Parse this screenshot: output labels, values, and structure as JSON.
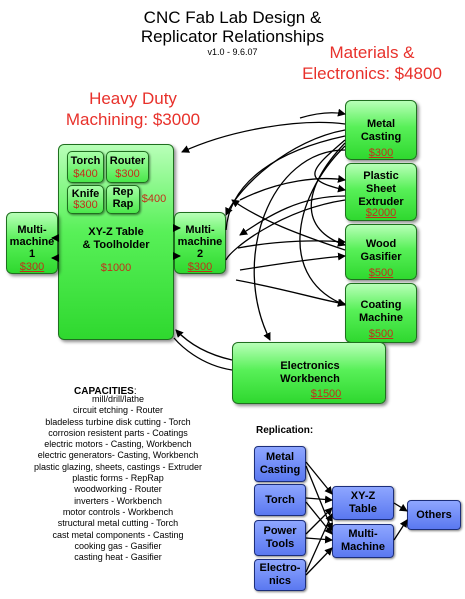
{
  "title_line1": "CNC Fab Lab Design &",
  "title_line2": "Replicator Relationships",
  "version": "v1.0 - 9.6.07",
  "heavy_duty": {
    "line1": "Heavy Duty",
    "line2": "Machining: $3000"
  },
  "materials": {
    "line1": "Materials &",
    "line2": "Electronics:  $4800"
  },
  "colors": {
    "red_heading": "#e8312b",
    "price": "#c2301a",
    "green_box": "#3fe03f",
    "blue_box": "#6a84f4"
  },
  "main_table": {
    "line1": "XY-Z Table",
    "line2": "& Toolholder",
    "price": "$1000"
  },
  "tools": {
    "torch": {
      "label": "Torch",
      "price": "$400"
    },
    "router": {
      "label": "Router",
      "price": "$300"
    },
    "knife": {
      "label": "Knife",
      "price": "$300"
    },
    "reprap": {
      "line1": "Rep",
      "line2": "Rap",
      "price": "$400"
    }
  },
  "multi1": {
    "line1": "Multi-",
    "line2": "machine",
    "line3": "1",
    "price": "$300"
  },
  "multi2": {
    "line1": "Multi-",
    "line2": "machine",
    "line3": "2",
    "price": "$300"
  },
  "right_machines": [
    {
      "line1": "Metal",
      "line2": "Casting",
      "line3": "",
      "price": "$300"
    },
    {
      "line1": "Plastic",
      "line2": "Sheet",
      "line3": "Extruder",
      "price": "$2000"
    },
    {
      "line1": "Wood",
      "line2": "Gasifier",
      "line3": "",
      "price": "$500"
    },
    {
      "line1": "Coating",
      "line2": "Machine",
      "line3": "",
      "price": "$500"
    }
  ],
  "electronics": {
    "line1": "Electronics",
    "line2": "Workbench",
    "price": "$1500"
  },
  "capacities": {
    "heading": "CAPACITIES",
    "colon": ":",
    "items": [
      "mill/drill/lathe",
      "circuit etching - Router",
      "bladeless turbine disk cutting - Torch",
      "corrosion resistent parts - Coatings",
      "electric motors - Casting, Workbench",
      "electric generators- Casting, Workbench",
      "plastic glazing, sheets, castings - Extruder",
      "plastic forms - RepRap",
      "woodworking - Router",
      "inverters - Workbench",
      "motor controls - Workbench",
      "structural metal cutting - Torch",
      "cast metal components - Casting",
      "cooking gas - Gasifier",
      "casting heat - Gasifier"
    ]
  },
  "replication": {
    "heading": "Replication:",
    "metal_casting": {
      "line1": "Metal",
      "line2": "Casting"
    },
    "torch": "Torch",
    "power_tools": {
      "line1": "Power",
      "line2": "Tools"
    },
    "electronics": {
      "line1": "Electro-",
      "line2": "nics"
    },
    "xyz_table": {
      "line1": "XY-Z",
      "line2": "Table"
    },
    "multi_machine": {
      "line1": "Multi-",
      "line2": "Machine"
    },
    "others": "Others"
  }
}
